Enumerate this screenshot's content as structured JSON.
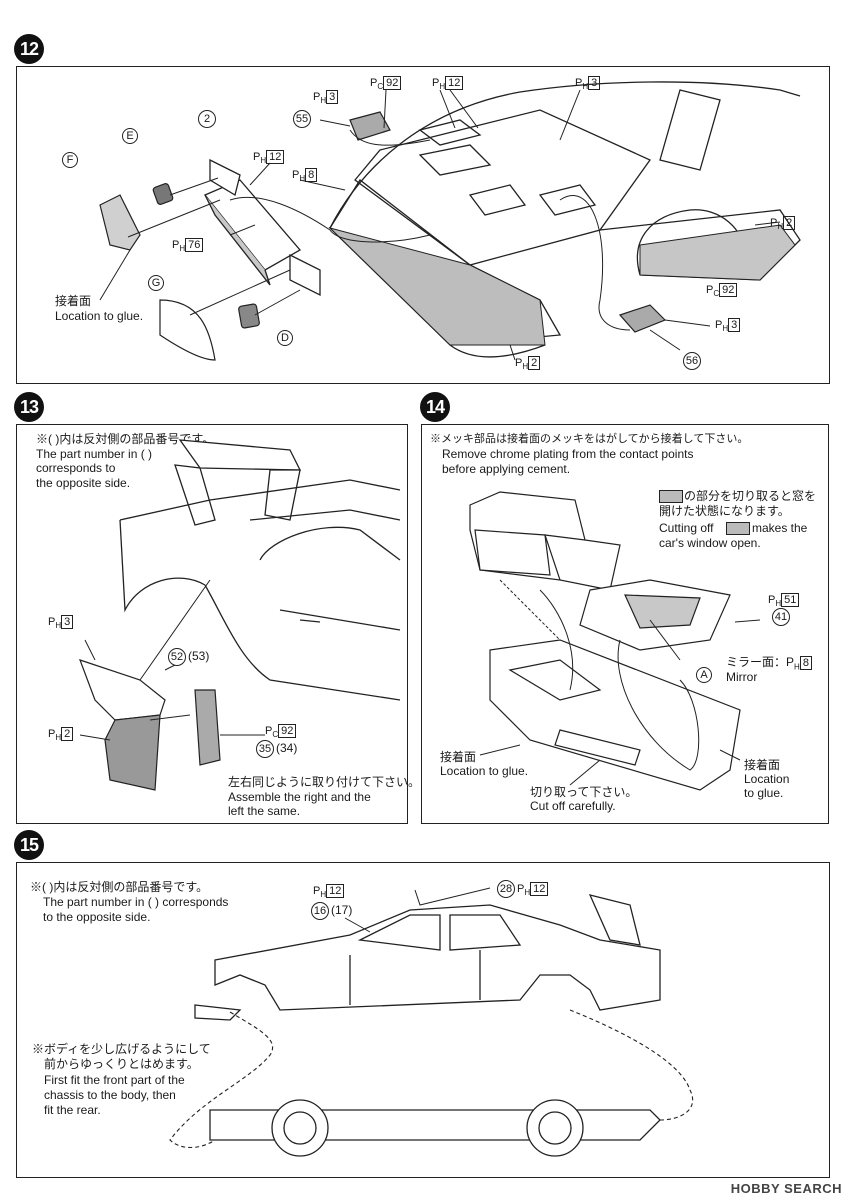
{
  "step12": {
    "number": "12",
    "callouts": {
      "ph3_top": "3",
      "pc92_top": "92",
      "ph12_top": "12",
      "ph3_right": "3",
      "part55": "55",
      "part2": "2",
      "letter_e": "E",
      "letter_f": "F",
      "ph12_wing": "12",
      "ph8": "8",
      "ph76": "76",
      "ph2_right": "2",
      "letter_g": "G",
      "letter_d": "D",
      "pc92_bottom": "92",
      "ph3_bottom": "3",
      "part56": "56",
      "ph2_bottom": "2"
    },
    "glue_jp": "接着面",
    "glue_en": "Location to glue."
  },
  "step13": {
    "number": "13",
    "note_jp": "※(  )内は反対側の部品番号です。",
    "note_en_1": "The part number in (    )",
    "note_en_2": "corresponds to",
    "note_en_3": "the opposite side.",
    "ph3": "3",
    "parts_52_53": [
      "52",
      "53"
    ],
    "ph2": "2",
    "pc92": "92",
    "parts_35_34": [
      "35",
      "34"
    ],
    "same_jp": "左右同じように取り付けて下さい。",
    "same_en_1": "Assemble the right and the",
    "same_en_2": "left the same."
  },
  "step14": {
    "number": "14",
    "note_jp": "※メッキ部品は接着面のメッキをはがしてから接着して下さい。",
    "note_en_1": "Remove chrome plating from the contact points",
    "note_en_2": "before applying cement.",
    "cut_jp_1": "の部分を切り取ると窓を",
    "cut_jp_2": "開けた状態になります。",
    "cut_en_1": "Cutting off",
    "cut_en_2": "makes the",
    "cut_en_3": "car's window open.",
    "ph51": "51",
    "part41": "41",
    "mirror_jp": "ミラー面：",
    "ph8": "8",
    "mirror_en": "Mirror",
    "letter_a": "A",
    "glue_left_jp": "接着面",
    "glue_left_en": "Location to glue.",
    "glue_right_jp": "接着面",
    "glue_right_en_1": "Location",
    "glue_right_en_2": "to glue.",
    "cutoff_jp": "切り取って下さい。",
    "cutoff_en": "Cut off carefully."
  },
  "step15": {
    "number": "15",
    "note_jp": "※(   )内は反対側の部品番号です。",
    "note_en_1": "The part number in (    ) corresponds",
    "note_en_2": "to the opposite side.",
    "ph12_a": "12",
    "parts_16_17": [
      "16",
      "17"
    ],
    "part28": "28",
    "ph12_b": "12",
    "fit_jp_1": "※ボディを少し広げるようにして",
    "fit_jp_2": "前からゆっくりとはめます。",
    "fit_en_1": "First fit the front part of the",
    "fit_en_2": "chassis to the body, then",
    "fit_en_3": "fit the rear."
  },
  "watermark": "HOBBY SEARCH"
}
